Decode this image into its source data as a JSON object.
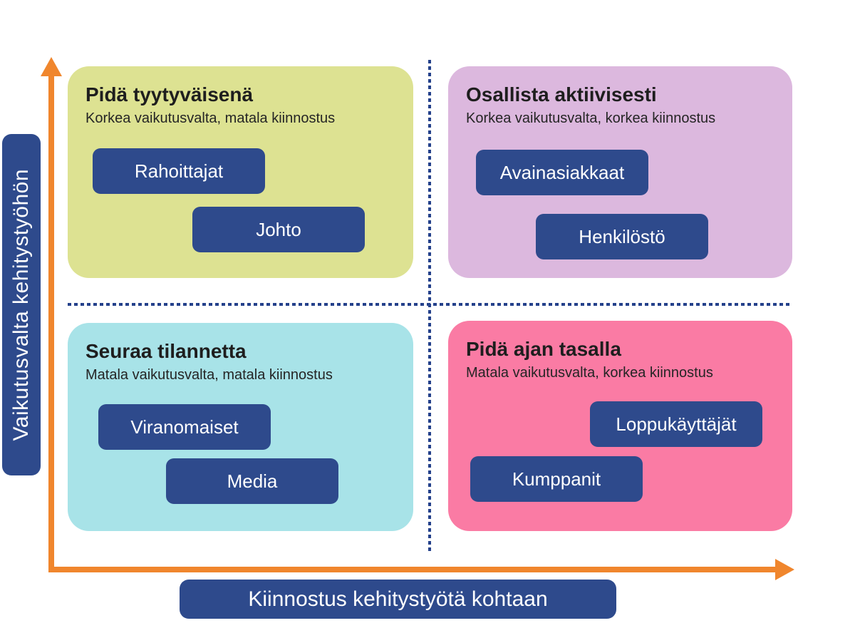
{
  "axes": {
    "y_label": "Vaikutusvalta kehitystyöhön",
    "x_label": "Kiinnostus kehitystyötä kohtaan"
  },
  "colors": {
    "axis_orange": "#f0862d",
    "navy": "#2e4a8c",
    "divider_navy": "#24418b",
    "heading_text": "#1e1e1e",
    "pill_text": "#ffffff",
    "quad_top_left_bg": "#dde292",
    "quad_top_right_bg": "#dcb8de",
    "quad_bottom_left_bg": "#a8e3e8",
    "quad_bottom_right_bg": "#fa7ba4"
  },
  "quadrants": [
    {
      "position": "top-left",
      "title": "Pidä tyytyväisenä",
      "subtitle": "Korkea vaikutusvalta, matala kiinnostus",
      "bg": "#dde292",
      "tags": [
        {
          "label": "Rahoittajat"
        },
        {
          "label": "Johto"
        }
      ]
    },
    {
      "position": "top-right",
      "title": "Osallista aktiivisesti",
      "subtitle": "Korkea vaikutusvalta, korkea kiinnostus",
      "bg": "#dcb8de",
      "tags": [
        {
          "label": "Avainasiakkaat"
        },
        {
          "label": "Henkilöstö"
        }
      ]
    },
    {
      "position": "bottom-left",
      "title": "Seuraa tilannetta",
      "subtitle": "Matala vaikutusvalta, matala kiinnostus",
      "bg": "#a8e3e8",
      "tags": [
        {
          "label": "Viranomaiset"
        },
        {
          "label": "Media"
        }
      ]
    },
    {
      "position": "bottom-right",
      "title": "Pidä ajan tasalla",
      "subtitle": "Matala vaikutusvalta, korkea kiinnostus",
      "bg": "#fa7ba4",
      "tags": [
        {
          "label": "Loppukäyttäjät"
        },
        {
          "label": "Kumppanit"
        }
      ]
    }
  ]
}
